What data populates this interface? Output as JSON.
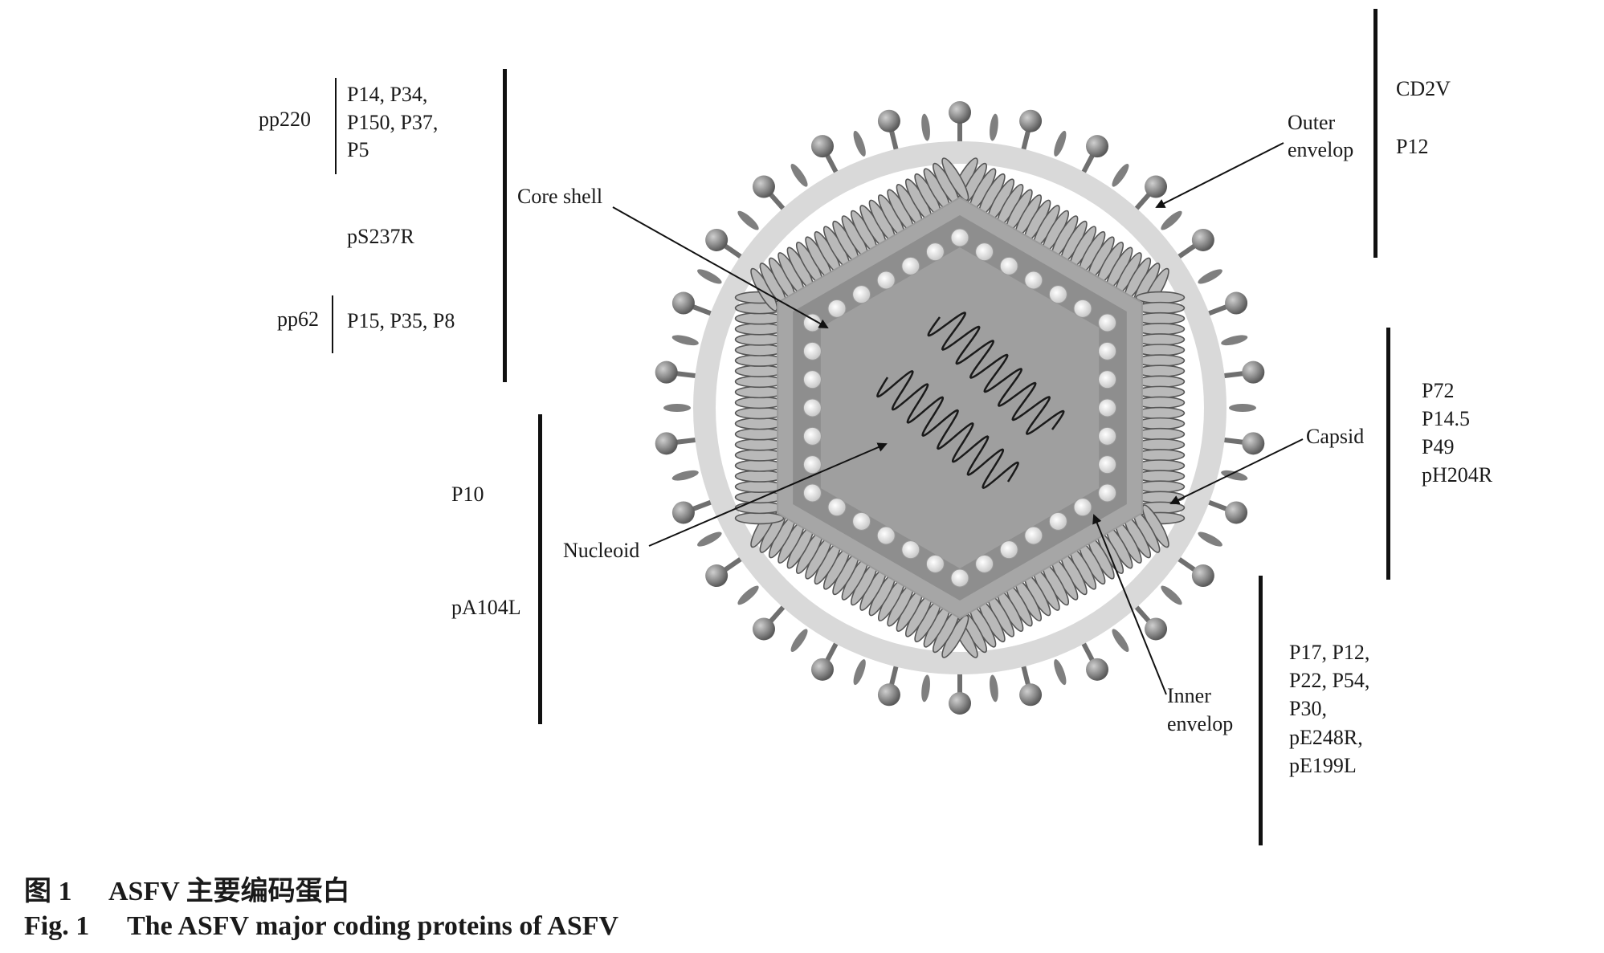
{
  "left_groups": {
    "pp220": {
      "name": "pp220",
      "line1": "P14, P34,",
      "line2": "P150, P37,",
      "line3": "P5"
    },
    "ps237r": "pS237R",
    "pp62": {
      "name": "pp62",
      "proteins": "P15, P35, P8"
    },
    "p10": "P10",
    "pa104l": "pA104L"
  },
  "structures": {
    "core_shell": "Core shell",
    "nucleoid": "Nucleoid",
    "outer_line1": "Outer",
    "outer_line2": "envelop",
    "capsid": "Capsid",
    "inner_line1": "Inner",
    "inner_line2": "envelop"
  },
  "right_groups": {
    "outer": [
      "CD2V",
      "P12"
    ],
    "capsid": [
      "P72",
      "P14.5",
      "P49",
      "pH204R"
    ],
    "inner": [
      "P17, P12,",
      "P22, P54,",
      "P30,",
      "pE248R,",
      "pE199L"
    ]
  },
  "caption": {
    "cn_num": "图 1",
    "cn_text": "ASFV 主要编码蛋白",
    "en_num": "Fig. 1",
    "en_text": "The ASFV major coding proteins of ASFV"
  },
  "colors": {
    "outer_membrane": "#d9d9d9",
    "capsid_coil": "#b9b9b9",
    "inner_envelope": "#a6a6a6",
    "core_shell": "#8e8e8e",
    "nucleoid": "#9f9f9f",
    "bead": "#e4e4e4",
    "protrusion": "#7f7f7f"
  }
}
